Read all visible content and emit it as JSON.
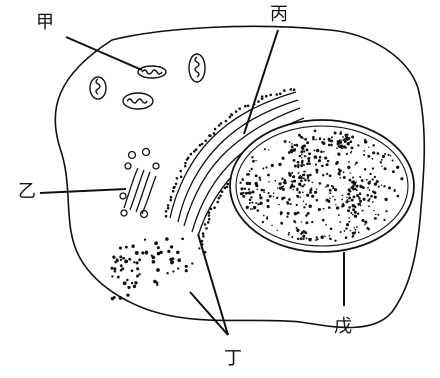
{
  "labels": {
    "jia": "甲",
    "yi": "乙",
    "bing": "丙",
    "ding": "丁",
    "wu": "戊"
  },
  "colors": {
    "ink": "#111111",
    "background": "#ffffff"
  }
}
